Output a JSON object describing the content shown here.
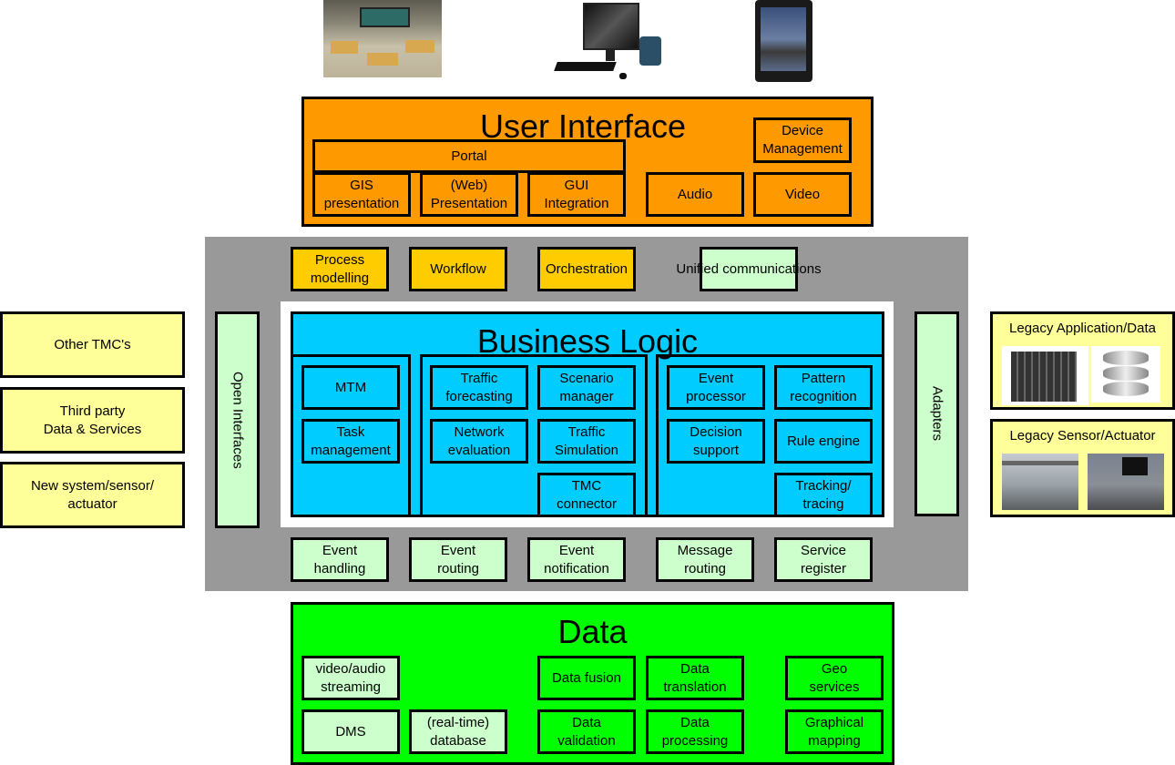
{
  "devices": [
    {
      "name": "control-room-photo",
      "label": "Control room"
    },
    {
      "name": "desktop-computer-photo",
      "label": "Desktop computer"
    },
    {
      "name": "tablet-photo",
      "label": "Tablet"
    }
  ],
  "user_interface": {
    "title": "User Interface",
    "portal": "Portal",
    "items": [
      "GIS\npresentation",
      "(Web)\nPresentation",
      "GUI\nIntegration",
      "Audio",
      "Video"
    ],
    "device_management": "Device\nManagement",
    "color": "#ff9900"
  },
  "middleware": {
    "top_items": [
      "Process\nmodelling",
      "Workflow",
      "Orchestration"
    ],
    "unified_communications": "Unified\ncommunications",
    "open_interfaces": "Open Interfaces",
    "adapters": "Adapters",
    "bottom_items": [
      "Event\nhandling",
      "Event\nrouting",
      "Event\nnotification",
      "Message\nrouting",
      "Service\nregister"
    ],
    "color": "#999999"
  },
  "business_logic": {
    "title": "Business Logic",
    "left": [
      "MTM",
      "Task\nmanagement"
    ],
    "middle": [
      "Traffic\nforecasting",
      "Scenario\nmanager",
      "Network\nevaluation",
      "Traffic\nSimulation",
      "TMC\nconnector"
    ],
    "right": [
      "Event\nprocessor",
      "Pattern\nrecognition",
      "Decision\nsupport",
      "Rule engine",
      "Tracking/\ntracing"
    ],
    "color": "#00ccff"
  },
  "data": {
    "title": "Data",
    "items": [
      "video/audio\nstreaming",
      "DMS",
      "(real-time)\ndatabase",
      "Data fusion",
      "Data\ntranslation",
      "Data\nvalidation",
      "Data\nprocessing",
      "Geo\nservices",
      "Graphical\nmapping"
    ],
    "color": "#00ff00"
  },
  "external_left": [
    "Other TMC's",
    "Third party\nData & Services",
    "New system/sensor/\nactuator"
  ],
  "external_right": {
    "legacy_app": "Legacy Application/Data",
    "legacy_sensor": "Legacy Sensor/Actuator"
  }
}
